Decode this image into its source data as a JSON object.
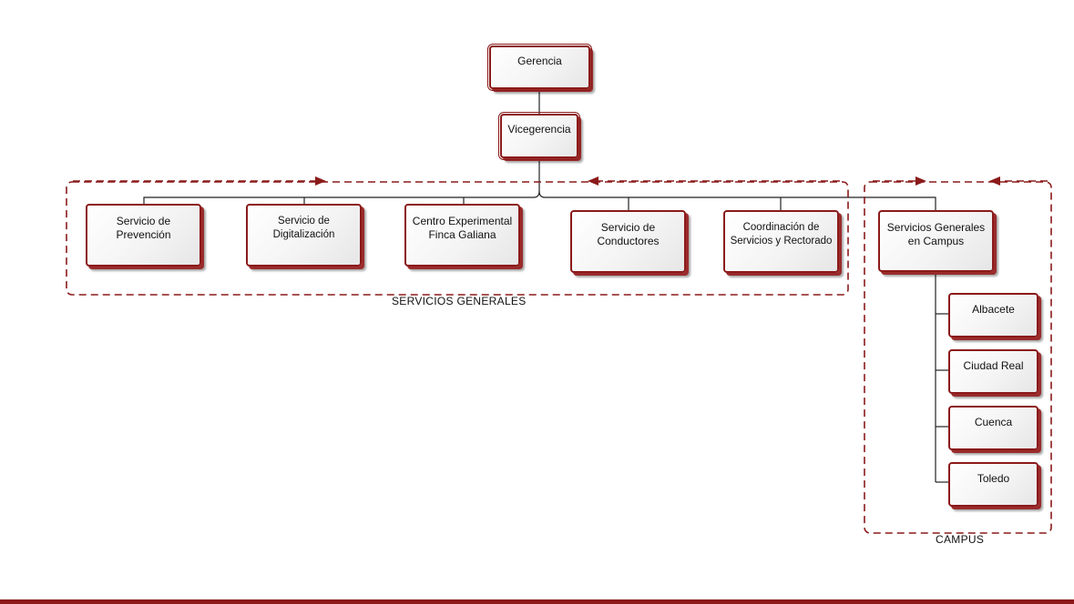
{
  "nodes": {
    "gerencia": "Gerencia",
    "vicegerencia": "Vicegerencia",
    "prevencion": "Servicio de\nPrevención",
    "digitalizacion": "Servicio de\nDigitalización",
    "centro": "Centro Experimental\nFinca Galiana",
    "conductores": "Servicio de\nConductores",
    "coordinacion": "Coordinación de\nServicios y Rectorado",
    "campus_services": "Servicios Generales\nen Campus",
    "albacete": "Albacete",
    "ciudad_real": "Ciudad Real",
    "cuenca": "Cuenca",
    "toledo": "Toledo"
  },
  "groups": {
    "servicios_generales": "SERVICIOS GENERALES",
    "campus": "CAMPUS"
  },
  "colors": {
    "accent": "#8b1a1a"
  }
}
